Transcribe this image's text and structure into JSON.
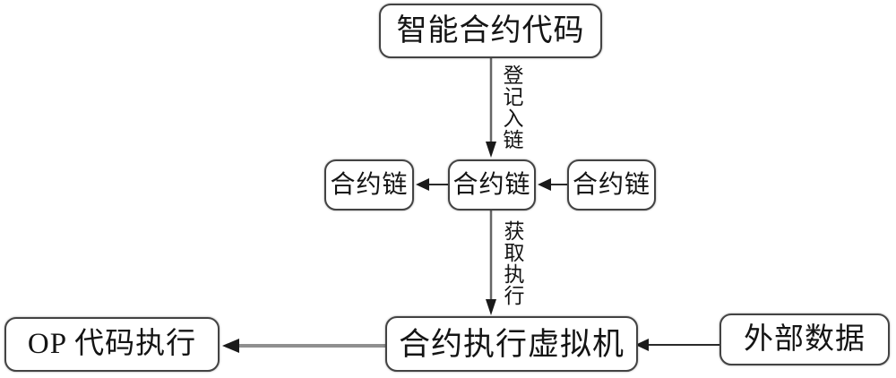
{
  "figure": {
    "title": "smart-contract execution flow diagram",
    "nodes": {
      "smart_contract_code": "智能合约代码",
      "contract_chain_left": "合约链",
      "contract_chain_middle": "合约链",
      "contract_chain_right": "合约链",
      "op_code_execution": "OP 代码执行",
      "contract_execution_vm": "合约执行虚拟机",
      "external_data": "外部数据"
    },
    "edge_labels": {
      "register_on_chain": "登记入链",
      "fetch_and_execute": "获取执行"
    },
    "colors": {
      "background": "#ffffff",
      "box_border": "#434343",
      "text": "#141414",
      "thin_arrow_line": "#666666",
      "short_arrow_line": "#2a2a2a",
      "thick_arrow_line": "#8f8f8f",
      "arrow_head": "#1a1a1a"
    }
  }
}
